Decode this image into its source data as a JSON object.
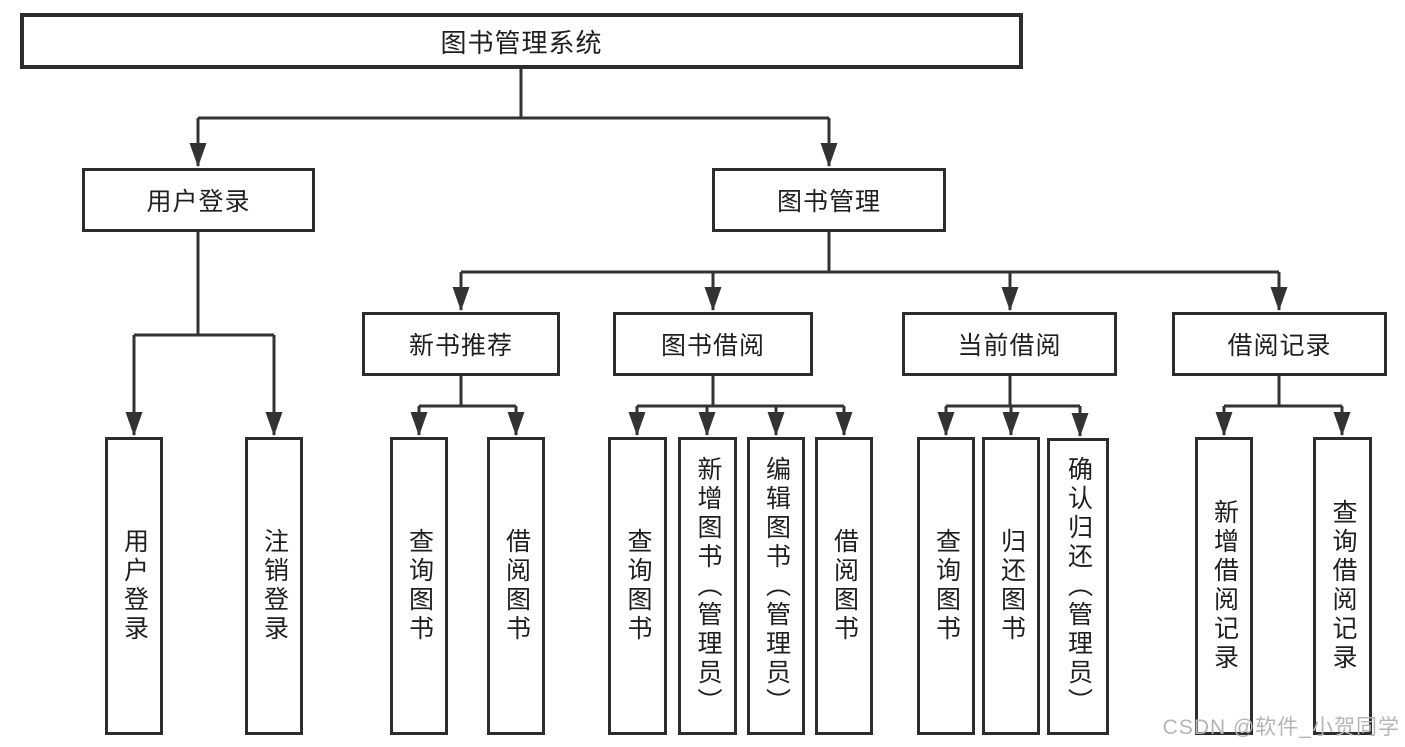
{
  "diagram": {
    "type": "hierarchy-tree",
    "title": "图书管理系统",
    "colors": {
      "line": "#333333",
      "box_border": "#2d2d2d",
      "box_fill": "#ffffff",
      "text": "#1f1f1f",
      "watermark": "#b5b5b5",
      "background": "#ffffff"
    },
    "tree": {
      "root": {
        "label": "图书管理系统"
      },
      "level2": [
        {
          "label": "用户登录",
          "parent": "图书管理系统"
        },
        {
          "label": "图书管理",
          "parent": "图书管理系统"
        }
      ],
      "level3": [
        {
          "label": "新书推荐",
          "parent": "图书管理"
        },
        {
          "label": "图书借阅",
          "parent": "图书管理"
        },
        {
          "label": "当前借阅",
          "parent": "图书管理"
        },
        {
          "label": "借阅记录",
          "parent": "图书管理"
        }
      ],
      "leaves": [
        {
          "label": "用户登录",
          "parent": "用户登录"
        },
        {
          "label": "注销登录",
          "parent": "用户登录"
        },
        {
          "label": "查询图书",
          "parent": "新书推荐"
        },
        {
          "label": "借阅图书",
          "parent": "新书推荐"
        },
        {
          "label": "查询图书",
          "parent": "图书借阅"
        },
        {
          "label": "新增图书（管理员）",
          "parent": "图书借阅"
        },
        {
          "label": "编辑图书（管理员）",
          "parent": "图书借阅"
        },
        {
          "label": "借阅图书",
          "parent": "图书借阅"
        },
        {
          "label": "查询图书",
          "parent": "当前借阅"
        },
        {
          "label": "归还图书",
          "parent": "当前借阅"
        },
        {
          "label": "确认归还（管理员）",
          "parent": "当前借阅"
        },
        {
          "label": "新增借阅记录",
          "parent": "借阅记录"
        },
        {
          "label": "查询借阅记录",
          "parent": "借阅记录"
        }
      ]
    },
    "watermark": "CSDN @软件_小贺同学"
  }
}
